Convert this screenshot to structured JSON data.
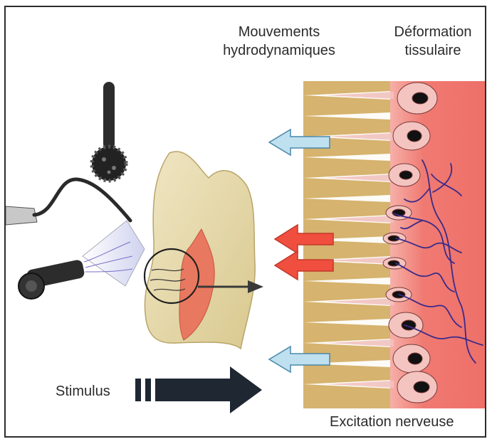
{
  "labels": {
    "hydrodynamic_line1": "Mouvements",
    "hydrodynamic_line2": "hydrodynamiques",
    "tissue_line1": "Déformation",
    "tissue_line2": "tissulaire",
    "stimulus": "Stimulus",
    "nerve_excitation": "Excitation nerveuse"
  },
  "colors": {
    "enamel": "#e8dcb0",
    "dentin": "#e8785f",
    "tubule_gold": "#d6b36e",
    "pulp": "#f07a72",
    "pulp_light": "#f6b2ab",
    "blue_arrow": "#bfe0ef",
    "red_arrow": "#f04e3e",
    "nerve": "#3a2a8a",
    "dark_arrow": "#1f2733"
  },
  "icons": [
    "bur-icon",
    "dental-explorer-icon",
    "air-syringe-icon",
    "tooth-icon"
  ]
}
